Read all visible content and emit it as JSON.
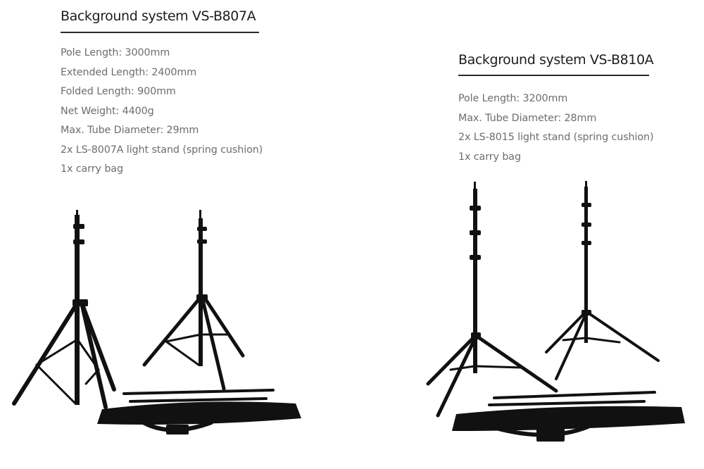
{
  "products": [
    {
      "title": "Background system VS-B807A",
      "specs": [
        "Pole Length: 3000mm",
        "Extended Length: 2400mm",
        "Folded Length: 900mm",
        "Net Weight: 4400g",
        "Max. Tube Diameter: 29mm",
        "2x LS-8007A light stand (spring cushion)",
        "1x carry bag"
      ]
    },
    {
      "title": "Background system VS-B810A",
      "specs": [
        "Pole Length: 3200mm",
        "Max. Tube Diameter: 28mm",
        "2x LS-8015 light stand (spring cushion)",
        "1x carry bag"
      ]
    }
  ],
  "colors": {
    "equipment": "#111111",
    "title_text": "#1d1d1d",
    "spec_text": "#6d6d6d"
  },
  "icons": [
    "light-stand-icon",
    "crossbar-pole-icon",
    "carry-bag-icon"
  ]
}
